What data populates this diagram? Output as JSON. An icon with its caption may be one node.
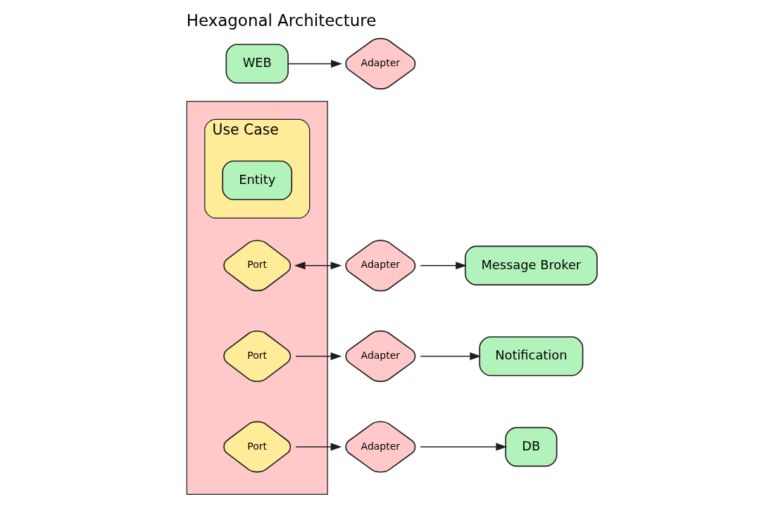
{
  "diagram": {
    "title": "Hexagonal Architecture",
    "nodes": [
      {
        "text": [],
        "shape": "box"
      },
      {
        "text": [
          "Use Case"
        ],
        "in": 0
      },
      {
        "text": [
          "Entity"
        ],
        "in": 1
      },
      {
        "text": [
          "Port"
        ],
        "in": 0
      },
      {
        "text": [
          "Port"
        ],
        "in": 0
      },
      {
        "text": [
          "Port"
        ],
        "in": 0
      },
      {
        "text": [
          "WEB"
        ]
      },
      {
        "text": [
          "Adapter"
        ]
      },
      {
        "text": [
          "Adapter"
        ]
      },
      {
        "text": [
          "Message Broker"
        ]
      },
      {
        "text": [
          "Adapter"
        ]
      },
      {
        "text": [
          "Notification"
        ]
      },
      {
        "text": [
          "Adapter"
        ]
      },
      {
        "text": [
          "DB"
        ]
      }
    ],
    "edges": [
      {
        "from": 6,
        "to": 7,
        "arrow": "to"
      },
      {
        "from": 3,
        "to": 8,
        "arrow": "both"
      },
      {
        "from": 8,
        "to": 9,
        "arrow": "to"
      },
      {
        "from": 4,
        "to": 10,
        "arrow": "to"
      },
      {
        "from": 10,
        "to": 11,
        "arrow": "to"
      },
      {
        "from": 5,
        "to": 12,
        "arrow": "to"
      },
      {
        "from": 12,
        "to": 13,
        "arrow": "to"
      }
    ]
  }
}
